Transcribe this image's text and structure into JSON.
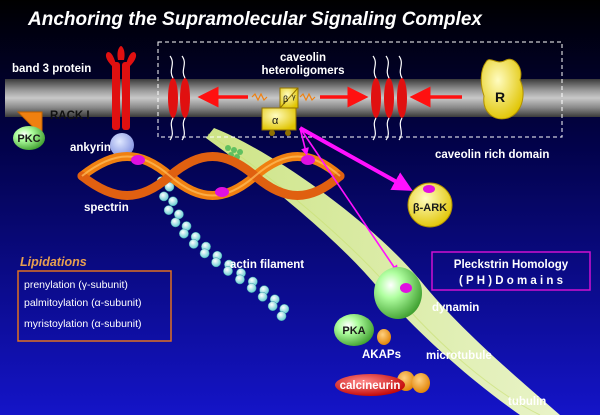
{
  "title": "Anchoring the Supramolecular Signaling Complex",
  "labels": {
    "band3": "band 3 protein",
    "caveolin_line1": "caveolin",
    "caveolin_line2": "heteroligomers",
    "rack": "RACK I",
    "pkc": "PKC",
    "ankyrin": "ankyrin",
    "spectrin": "spectrin",
    "caveolin_domain": "caveolin rich domain",
    "r": "R",
    "alpha": "α",
    "beta": "β",
    "gamma": "γ",
    "bark": "β-ARK",
    "actin": "actin filament",
    "dynamin": "dynamin",
    "pka": "PKA",
    "akaps": "AKAPs",
    "microtubule": "microtubule",
    "calcineurin": "calcineurin",
    "tubulin": "tubulin"
  },
  "lipidations": {
    "title": "Lipidations",
    "items": [
      "prenylation (γ-subunit)",
      "palmitoylation (α-subunit)",
      "myristoylation (α-subunit)"
    ]
  },
  "ph_box": {
    "line1": "Pleckstrin Homology",
    "line2": "( P H )  D o m a i n s"
  },
  "colors": {
    "bg_top": "#000000",
    "bg_bottom": "#1a1ad0",
    "membrane": "#707070",
    "caveolin": "#e01010",
    "arrow_red": "#ff1010",
    "arrow_magenta": "#ff10ff",
    "spectrin": "#f08010",
    "microtubule": "#d8f090",
    "actin": "#a0f0f0",
    "pkc": "#80e060",
    "receptor": "#f0e010",
    "bark": "#f0e010",
    "g_protein": "#f0e010",
    "pka": "#80e060",
    "calcineurin": "#e01010",
    "akap": "#f0a010",
    "lipid_box": "#e07020",
    "ph_box": "#d010d0"
  }
}
